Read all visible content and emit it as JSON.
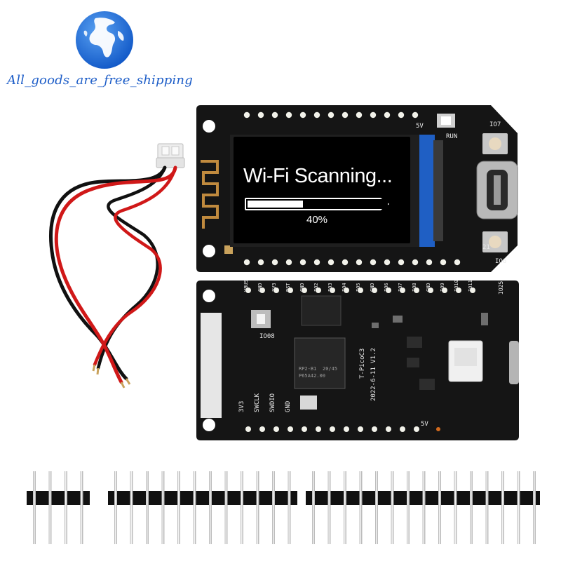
{
  "watermark": {
    "text": "All_goods_are_free_shipping"
  },
  "screen": {
    "title": "Wi-Fi Scanning...",
    "progress_value": 0.4,
    "progress_label": "40%"
  },
  "board_top_labels": {
    "run": "RUN",
    "io7": "IO7",
    "io6": "IO6",
    "pin_21": "21",
    "pin_5v": "5V"
  },
  "board_bottom_labels": {
    "model": "T-PicoC3",
    "version": "2022-6-11 V1.2",
    "io08": "IO08",
    "io25": "IO25",
    "pin_3v3": "3V3",
    "swclk": "SWCLK",
    "swdio": "SWDIO",
    "gnd": "GND",
    "pin_5v": "5V",
    "chip_rp": "RP2-B1",
    "chip_code": "20/45",
    "chip_id": "P65A42.00",
    "top_row": [
      "VBUS",
      "GND",
      "3V3",
      "RST",
      "GND",
      "IO2",
      "IO3",
      "IO4",
      "IO5",
      "GND",
      "IO6",
      "IO7",
      "IO8",
      "GND",
      "IO9",
      "IO10",
      "IO11"
    ]
  },
  "colors": {
    "board": "#151515",
    "watermark": "#1e5ec8",
    "globe": "#1b6ad6",
    "wire_red": "#d01818",
    "wire_black": "#111111",
    "screen_bezel": "#1f5fc4"
  },
  "icons": [
    "globe-logo-icon"
  ]
}
